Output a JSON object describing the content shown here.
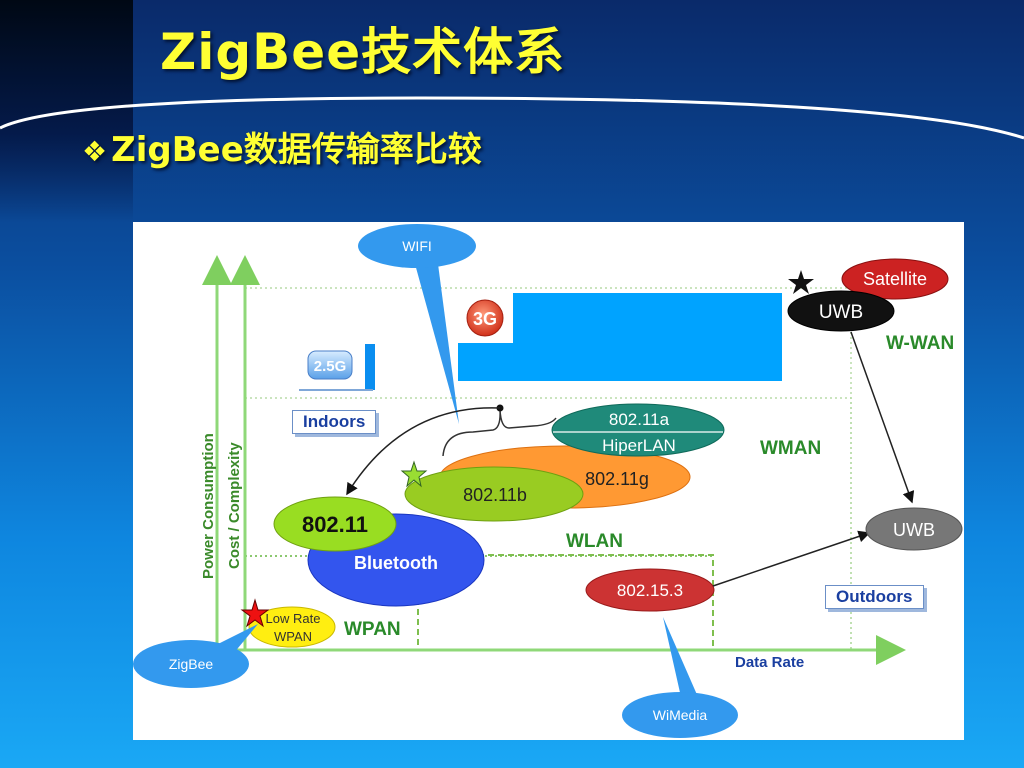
{
  "slide": {
    "title": "ZigBee技术体系",
    "bullet": "❖",
    "subtitle": "ZigBee数据传输率比较"
  },
  "diagram": {
    "y_axis_outer": "Power Consumption",
    "y_axis_inner": "Cost / Complexity",
    "x_axis": "Data Rate",
    "callouts": {
      "wifi": "WIFI",
      "zigbee": "ZigBee",
      "wimedia": "WiMedia"
    },
    "tags": {
      "g25": "2.5G",
      "g3": "3G"
    },
    "boxes": {
      "indoors": "Indoors",
      "outdoors": "Outdoors"
    },
    "regions": {
      "wpan": "WPAN",
      "wlan": "WLAN",
      "wman": "WMAN",
      "wwan": "W-WAN"
    },
    "ellipses": {
      "w80211a_1": "802.11a",
      "w80211a_2": "HiperLAN",
      "w80211g": "802.11g",
      "w80211b": "802.11b",
      "w80211": "802.11",
      "bluetooth": "Bluetooth",
      "lowrate_1": "Low Rate",
      "lowrate_2": "WPAN",
      "w802153": "802.15.3",
      "satellite": "Satellite",
      "uwb_top": "UWB",
      "uwb_right": "UWB"
    }
  }
}
